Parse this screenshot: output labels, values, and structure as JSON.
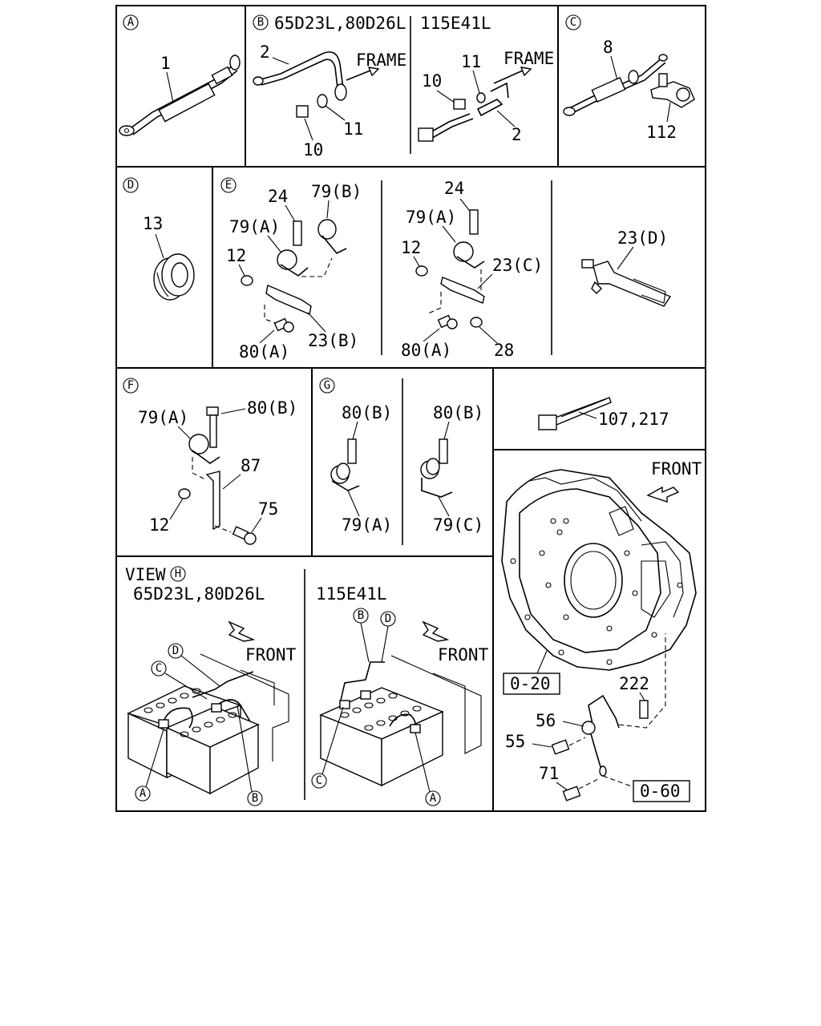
{
  "panels": {
    "A": {
      "tag": "A",
      "parts": [
        "1"
      ]
    },
    "B": {
      "tag": "B",
      "variant_left": "65D23L,80D26L",
      "variant_right": "115E41L",
      "left_parts": [
        "2",
        "10",
        "11"
      ],
      "right_parts": [
        "11",
        "10",
        "2"
      ],
      "frame_label": "FRAME"
    },
    "C": {
      "tag": "C",
      "parts": [
        "8",
        "112"
      ]
    },
    "D": {
      "tag": "D",
      "parts": [
        "13"
      ]
    },
    "E": {
      "tag": "E",
      "left_parts": [
        "24",
        "79(B)",
        "79(A)",
        "12",
        "23(B)",
        "80(A)"
      ],
      "mid_parts": [
        "24",
        "79(A)",
        "12",
        "23(C)",
        "80(A)",
        "28"
      ],
      "right_parts": [
        "23(D)"
      ]
    },
    "F": {
      "tag": "F",
      "parts": [
        "79(A)",
        "80(B)",
        "87",
        "12",
        "75"
      ]
    },
    "G": {
      "tag": "G",
      "left_parts": [
        "80(B)",
        "79(A)"
      ],
      "right_parts": [
        "80(B)",
        "79(C)"
      ]
    },
    "tie": {
      "label": "107,217"
    },
    "H": {
      "view_word": "VIEW",
      "tag": "H",
      "variant_left": "65D23L,80D26L",
      "variant_right": "115E41L",
      "front_label": "FRONT"
    },
    "housing": {
      "front_label": "FRONT",
      "ref_top": "0-20",
      "ref_bottom": "0-60",
      "parts": [
        "222",
        "56",
        "55",
        "71"
      ]
    }
  }
}
